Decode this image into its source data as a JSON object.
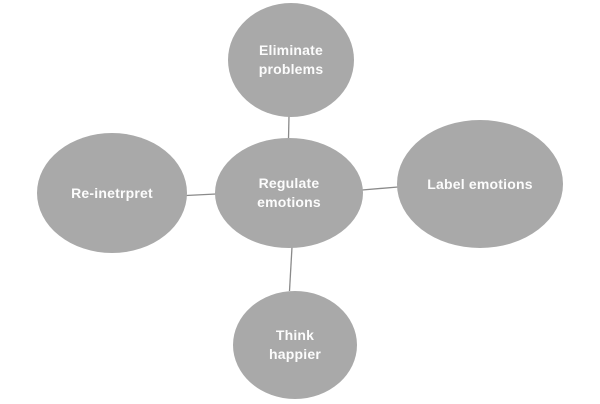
{
  "diagram": {
    "type": "radial-cycle",
    "background_color": "#ffffff",
    "colors": {
      "node_fill": "#a9a9a9",
      "node_text": "#fcfcfc",
      "connector": "#8a8a8a"
    },
    "nodes": [
      {
        "id": "eliminate-problems",
        "label": "Eliminate problems",
        "position": "top"
      },
      {
        "id": "re-inetrpret",
        "label": "Re-inetrpret",
        "position": "left"
      },
      {
        "id": "regulate-emotions",
        "label": "Regulate emotions",
        "position": "center"
      },
      {
        "id": "label-emotions",
        "label": "Label emotions",
        "position": "right"
      },
      {
        "id": "think-happier",
        "label": "Think happier",
        "position": "bottom"
      }
    ],
    "edges": [
      {
        "from": "regulate-emotions",
        "to": "eliminate-problems"
      },
      {
        "from": "regulate-emotions",
        "to": "re-inetrpret"
      },
      {
        "from": "regulate-emotions",
        "to": "label-emotions"
      },
      {
        "from": "regulate-emotions",
        "to": "think-happier"
      }
    ]
  }
}
